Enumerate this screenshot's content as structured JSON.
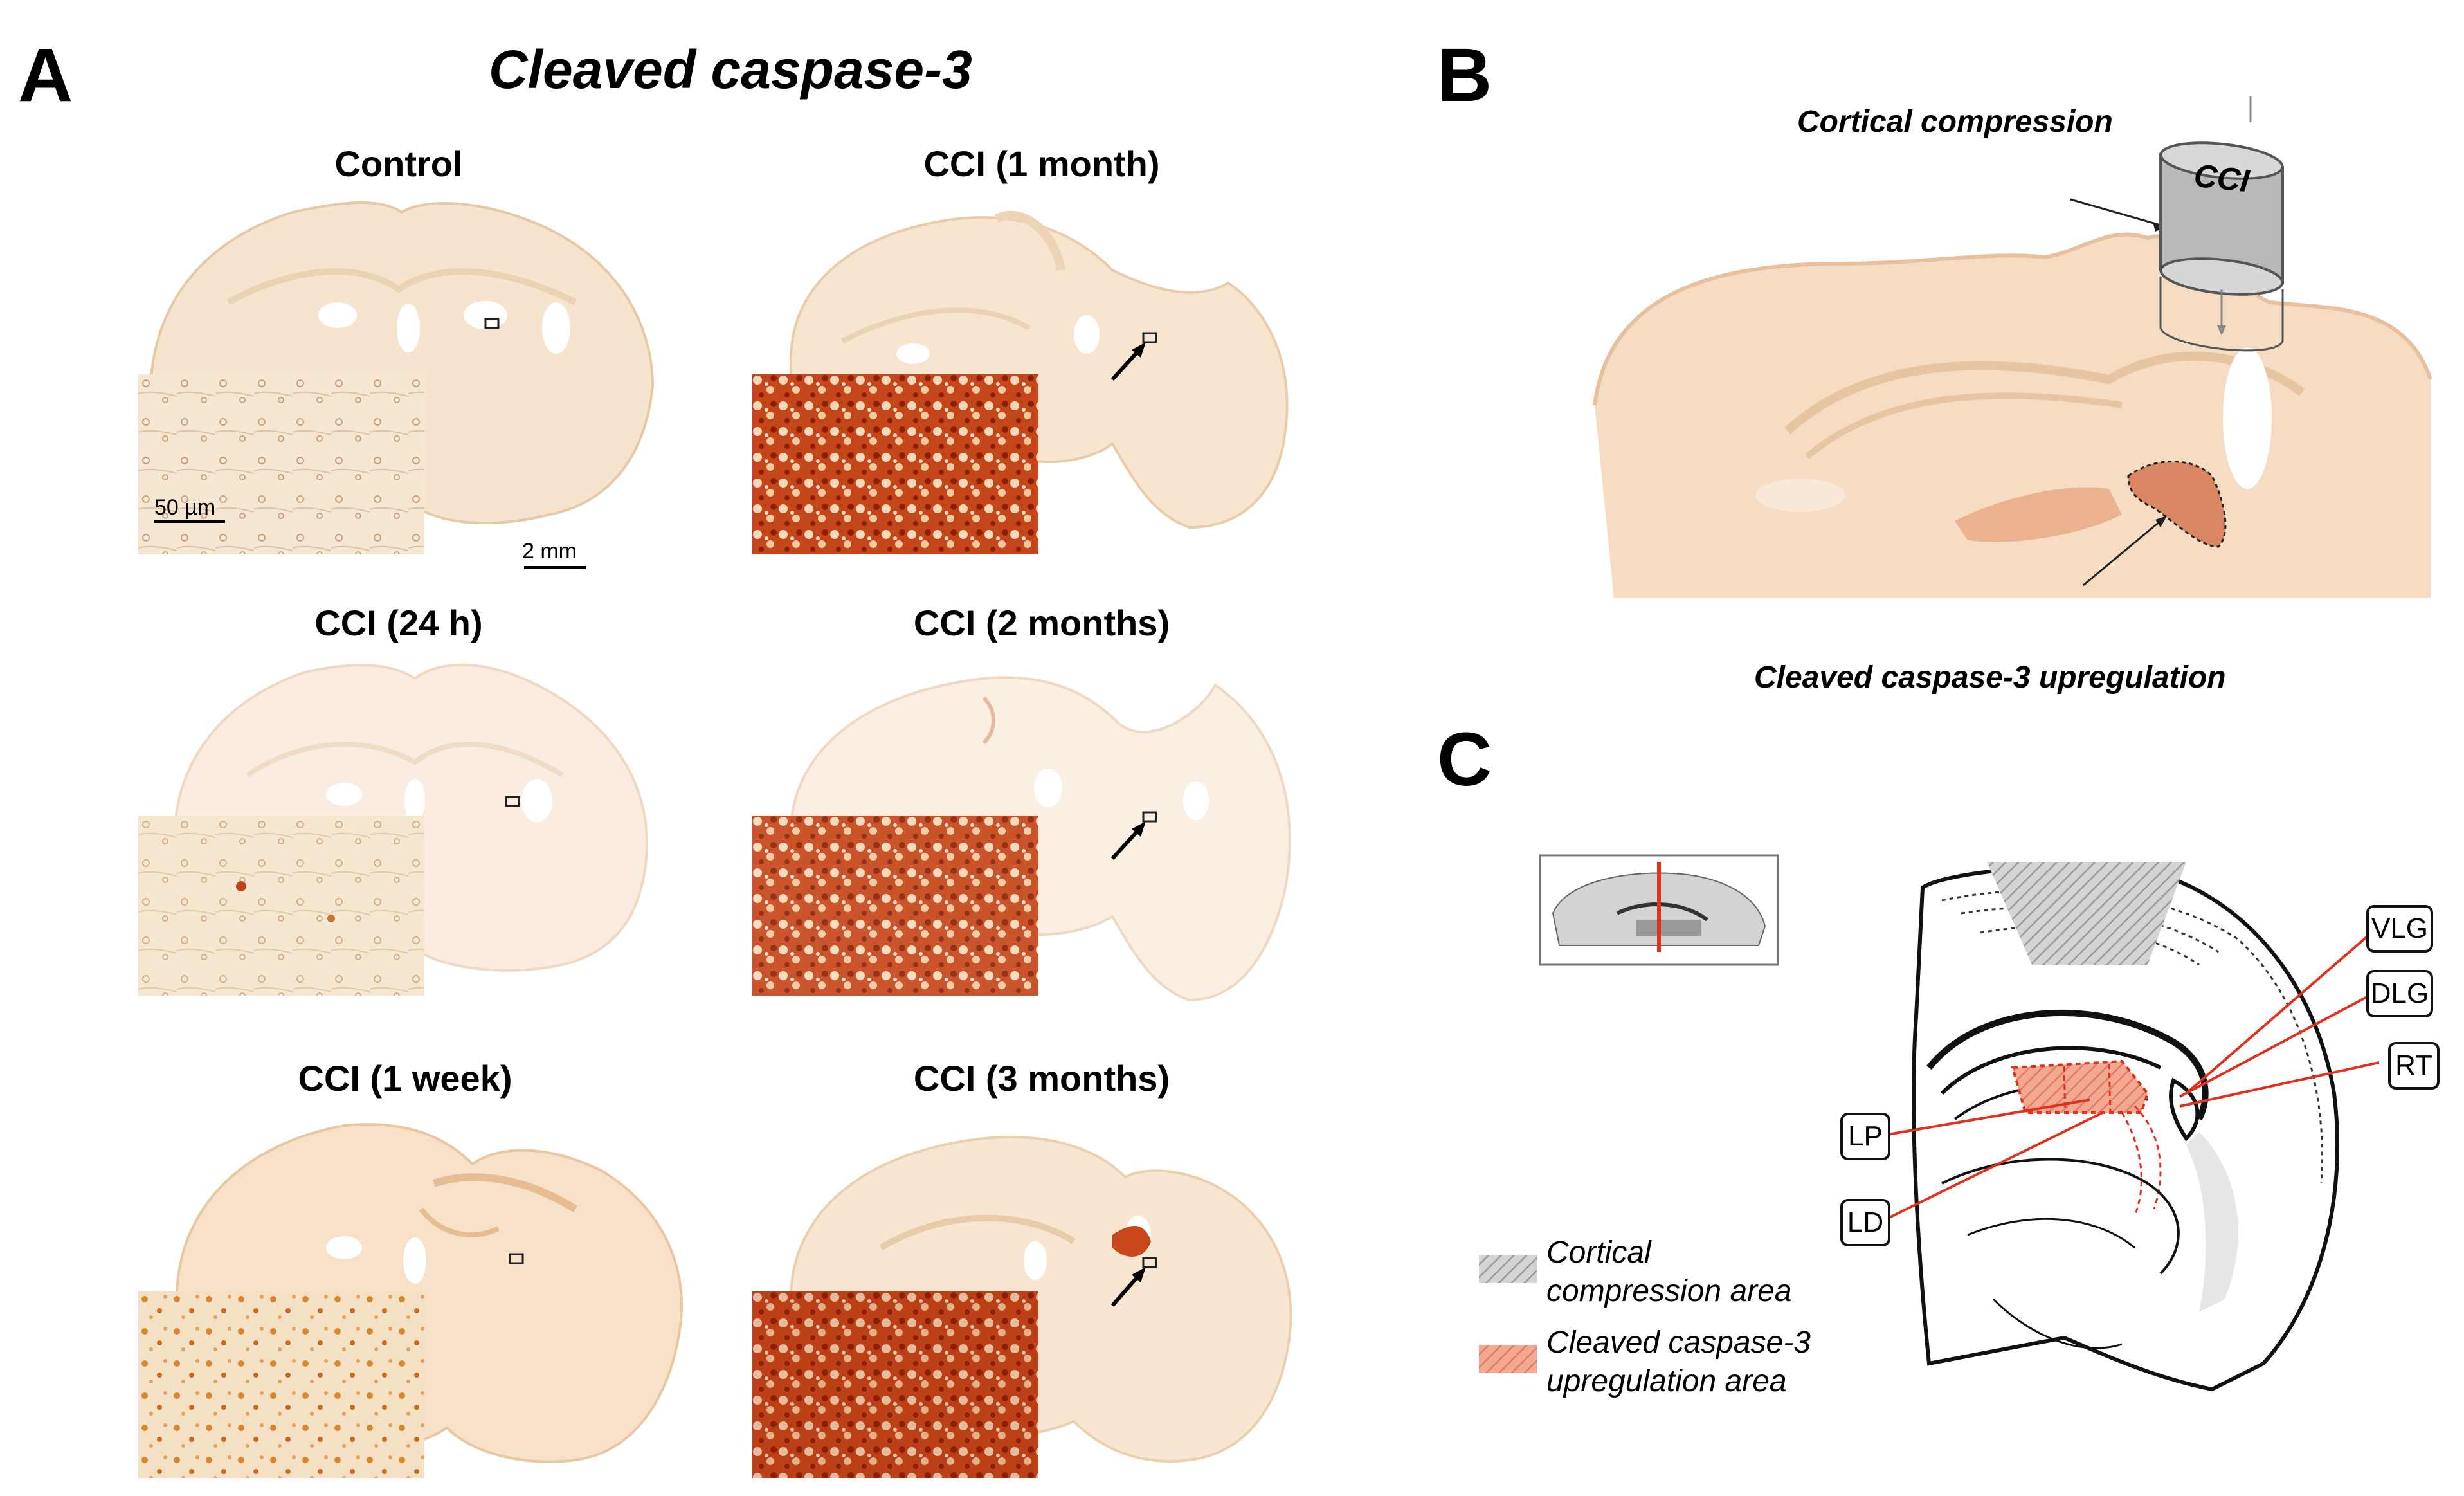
{
  "panels": {
    "a": {
      "letter": "A",
      "title": "Cleaved caspase-3",
      "groups": [
        {
          "label": "Control",
          "stain_level": 0.05
        },
        {
          "label": "CCI (1 month)",
          "stain_level": 0.95
        },
        {
          "label": "CCI (24 h)",
          "stain_level": 0.15
        },
        {
          "label": "CCI (2 months)",
          "stain_level": 0.9
        },
        {
          "label": "CCI (1 week)",
          "stain_level": 0.4
        },
        {
          "label": "CCI (3 months)",
          "stain_level": 1.0
        }
      ],
      "inset_scale": "50 µm",
      "section_scale": "2 mm"
    },
    "b": {
      "letter": "B",
      "device_label": "CCI",
      "compression_label": "Cortical compression",
      "upregulation_label": "Cleaved caspase-3 upregulation"
    },
    "c": {
      "letter": "C",
      "regions": [
        "VLG",
        "DLG",
        "RT",
        "LP",
        "LD"
      ],
      "legend": [
        {
          "text_line1": "Cortical",
          "text_line2": "compression area",
          "color": "#bdbdbd"
        },
        {
          "text_line1": "Cleaved caspase-3",
          "text_line2": "upregulation area",
          "color": "#f0a08a"
        }
      ]
    }
  },
  "colors": {
    "section_tissue": "#f7e4cf",
    "stain_dark": "#b5360e",
    "stain_light": "#f3d6bc",
    "annotation_red": "#e0301e"
  }
}
